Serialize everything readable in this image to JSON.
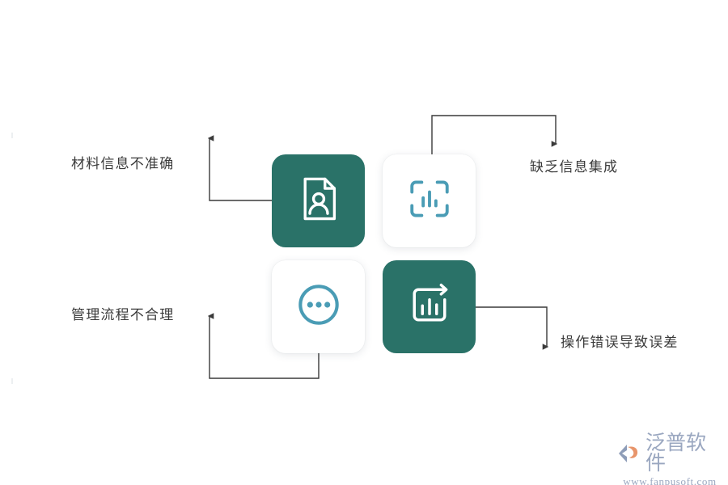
{
  "diagram": {
    "title": "",
    "background_color": "#ffffff",
    "colors": {
      "card_filled": "#2a7268",
      "card_plain": "#ffffff",
      "icon_on_filled": "#ffffff",
      "icon_on_plain": "#4a9cb5",
      "connector": "#3a3a3a",
      "label_text": "#3a3a3a",
      "watermark": "#9aa7c0",
      "watermark_accent": "#e8956b"
    },
    "cards": [
      {
        "id": "doc-person",
        "icon": "document-person-icon",
        "style": "filled",
        "position": "top-left"
      },
      {
        "id": "scan-chart",
        "icon": "scan-barchart-icon",
        "style": "plain",
        "position": "top-right"
      },
      {
        "id": "more-dots",
        "icon": "circle-ellipsis-icon",
        "style": "plain",
        "position": "bottom-left"
      },
      {
        "id": "chart-out",
        "icon": "barchart-arrow-out-icon",
        "style": "filled",
        "position": "bottom-right"
      }
    ],
    "labels": [
      {
        "id": "material",
        "text": "材料信息不准确",
        "linked_card": "doc-person",
        "arrow_direction": "up"
      },
      {
        "id": "integration",
        "text": "缺乏信息集成",
        "linked_card": "scan-chart",
        "arrow_direction": "down"
      },
      {
        "id": "process",
        "text": "管理流程不合理",
        "linked_card": "more-dots",
        "arrow_direction": "up"
      },
      {
        "id": "operation",
        "text": "操作错误导致误差",
        "linked_card": "chart-out",
        "arrow_direction": "down"
      }
    ]
  },
  "watermark": {
    "brand_cn": "泛普软件",
    "url": "www.fanpusoft.com",
    "mark_name": "fanpu-logo-icon"
  }
}
